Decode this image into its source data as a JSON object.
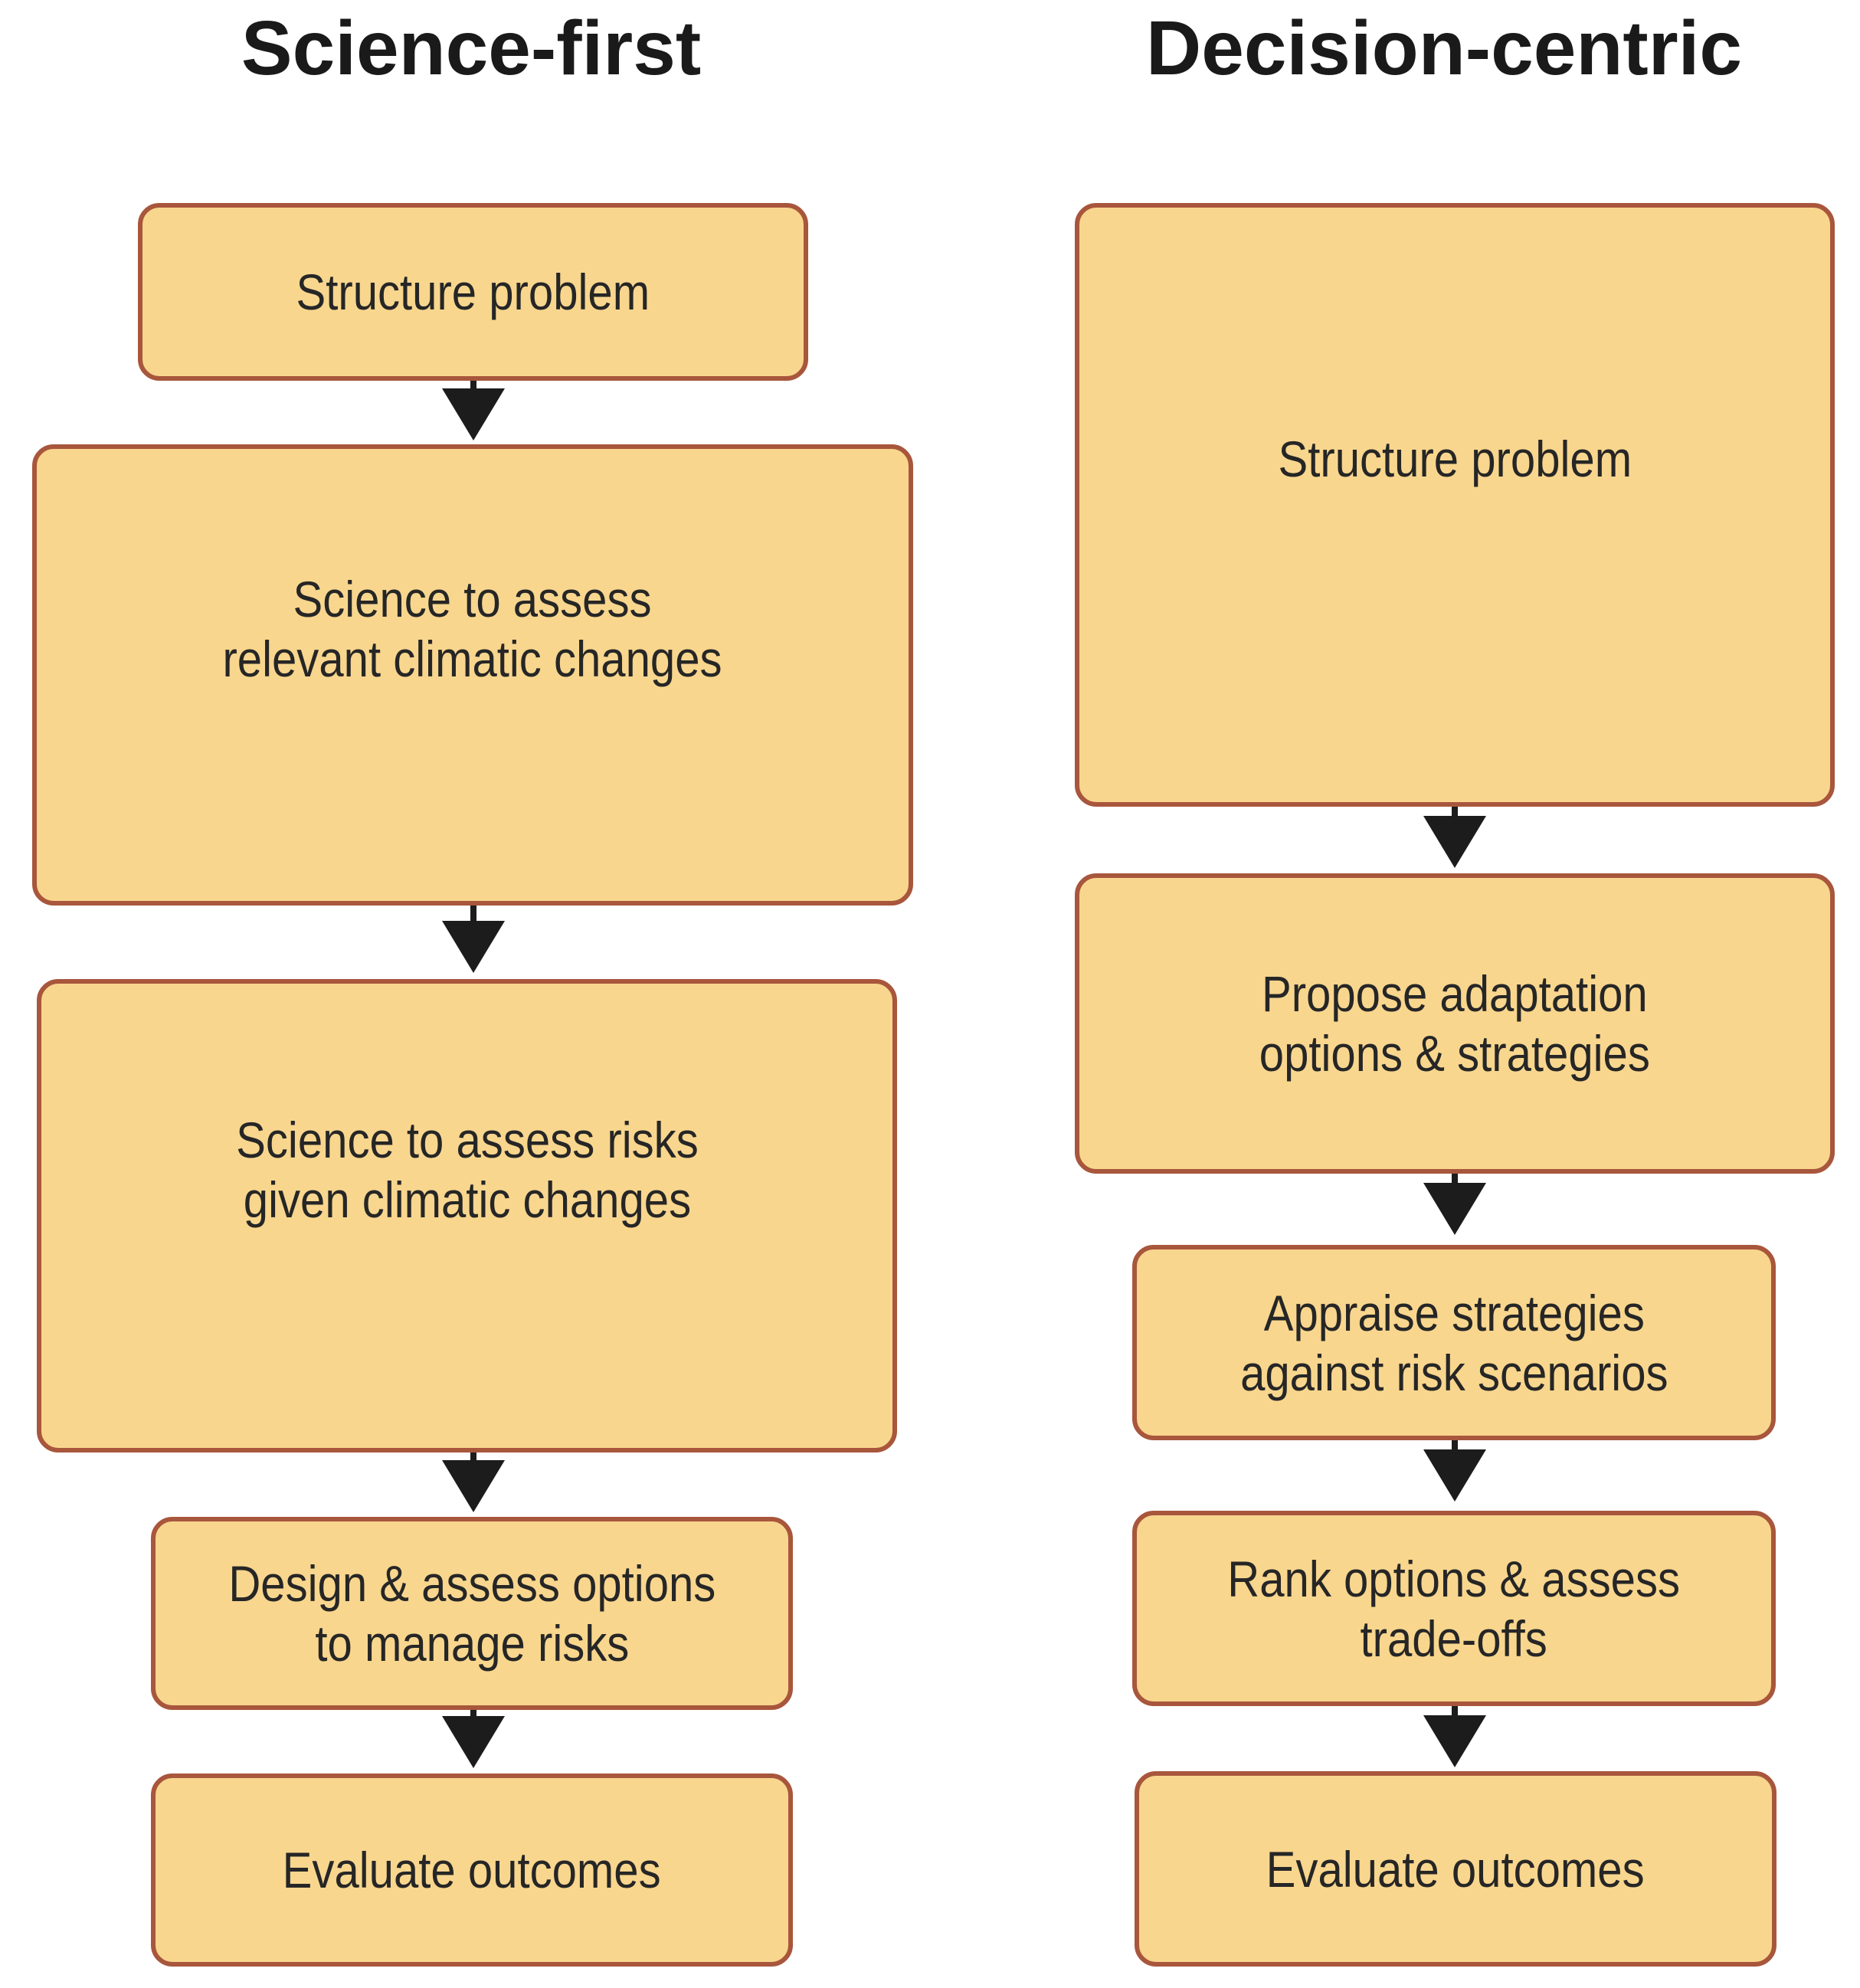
{
  "colors": {
    "box_fill": "#f8d68e",
    "box_border": "#a8563c",
    "arrow": "#1c1c1c",
    "text": "#262626"
  },
  "science_first": {
    "title": "Science-first",
    "steps": [
      {
        "label": "Structure problem"
      },
      {
        "label": "Science to assess\nrelevant climatic changes"
      },
      {
        "label": "Science to assess risks\ngiven climatic changes"
      },
      {
        "label": "Design & assess options\nto manage risks"
      },
      {
        "label": "Evaluate outcomes"
      }
    ]
  },
  "decision_centric": {
    "title": "Decision-centric",
    "steps": [
      {
        "label": "Structure problem"
      },
      {
        "label": "Propose adaptation\noptions & strategies"
      },
      {
        "label": "Appraise strategies\nagainst risk scenarios"
      },
      {
        "label": "Rank options & assess\ntrade-offs"
      },
      {
        "label": "Evaluate outcomes"
      }
    ]
  }
}
